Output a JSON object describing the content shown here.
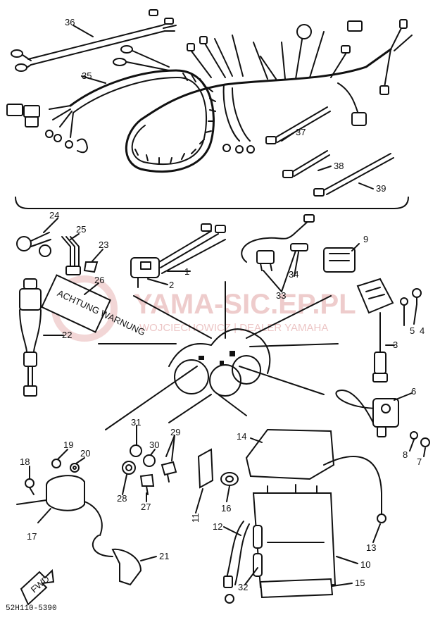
{
  "watermark": {
    "brand": "YAMA-SIC.EP.PL",
    "dealer": "WOJCIECHOWICZ | DEALER YAMAHA"
  },
  "diagram_code": "52H110-5390",
  "direction_label": "FWD",
  "tag_label": "ACHTUNG WARNUNG",
  "callouts": [
    {
      "id": "c1",
      "text": "1"
    },
    {
      "id": "c2",
      "text": "2"
    },
    {
      "id": "c3",
      "text": "3"
    },
    {
      "id": "c4",
      "text": "4"
    },
    {
      "id": "c5",
      "text": "5"
    },
    {
      "id": "c6",
      "text": "6"
    },
    {
      "id": "c7",
      "text": "7"
    },
    {
      "id": "c8",
      "text": "8"
    },
    {
      "id": "c9",
      "text": "9"
    },
    {
      "id": "c10",
      "text": "10"
    },
    {
      "id": "c11",
      "text": "11"
    },
    {
      "id": "c12",
      "text": "12"
    },
    {
      "id": "c13",
      "text": "13"
    },
    {
      "id": "c14",
      "text": "14"
    },
    {
      "id": "c15",
      "text": "15"
    },
    {
      "id": "c16",
      "text": "16"
    },
    {
      "id": "c17",
      "text": "17"
    },
    {
      "id": "c18",
      "text": "18"
    },
    {
      "id": "c19",
      "text": "19"
    },
    {
      "id": "c20",
      "text": "20"
    },
    {
      "id": "c21",
      "text": "21"
    },
    {
      "id": "c22",
      "text": "22"
    },
    {
      "id": "c23",
      "text": "23"
    },
    {
      "id": "c24",
      "text": "24"
    },
    {
      "id": "c25",
      "text": "25"
    },
    {
      "id": "c26",
      "text": "26"
    },
    {
      "id": "c27",
      "text": "27"
    },
    {
      "id": "c28",
      "text": "28"
    },
    {
      "id": "c29",
      "text": "29"
    },
    {
      "id": "c30",
      "text": "30"
    },
    {
      "id": "c31",
      "text": "31"
    },
    {
      "id": "c32",
      "text": "32"
    },
    {
      "id": "c33",
      "text": "33"
    },
    {
      "id": "c34",
      "text": "34"
    },
    {
      "id": "c35",
      "text": "35"
    },
    {
      "id": "c36",
      "text": "36"
    },
    {
      "id": "c37",
      "text": "37"
    },
    {
      "id": "c38",
      "text": "38"
    },
    {
      "id": "c39",
      "text": "39"
    }
  ]
}
